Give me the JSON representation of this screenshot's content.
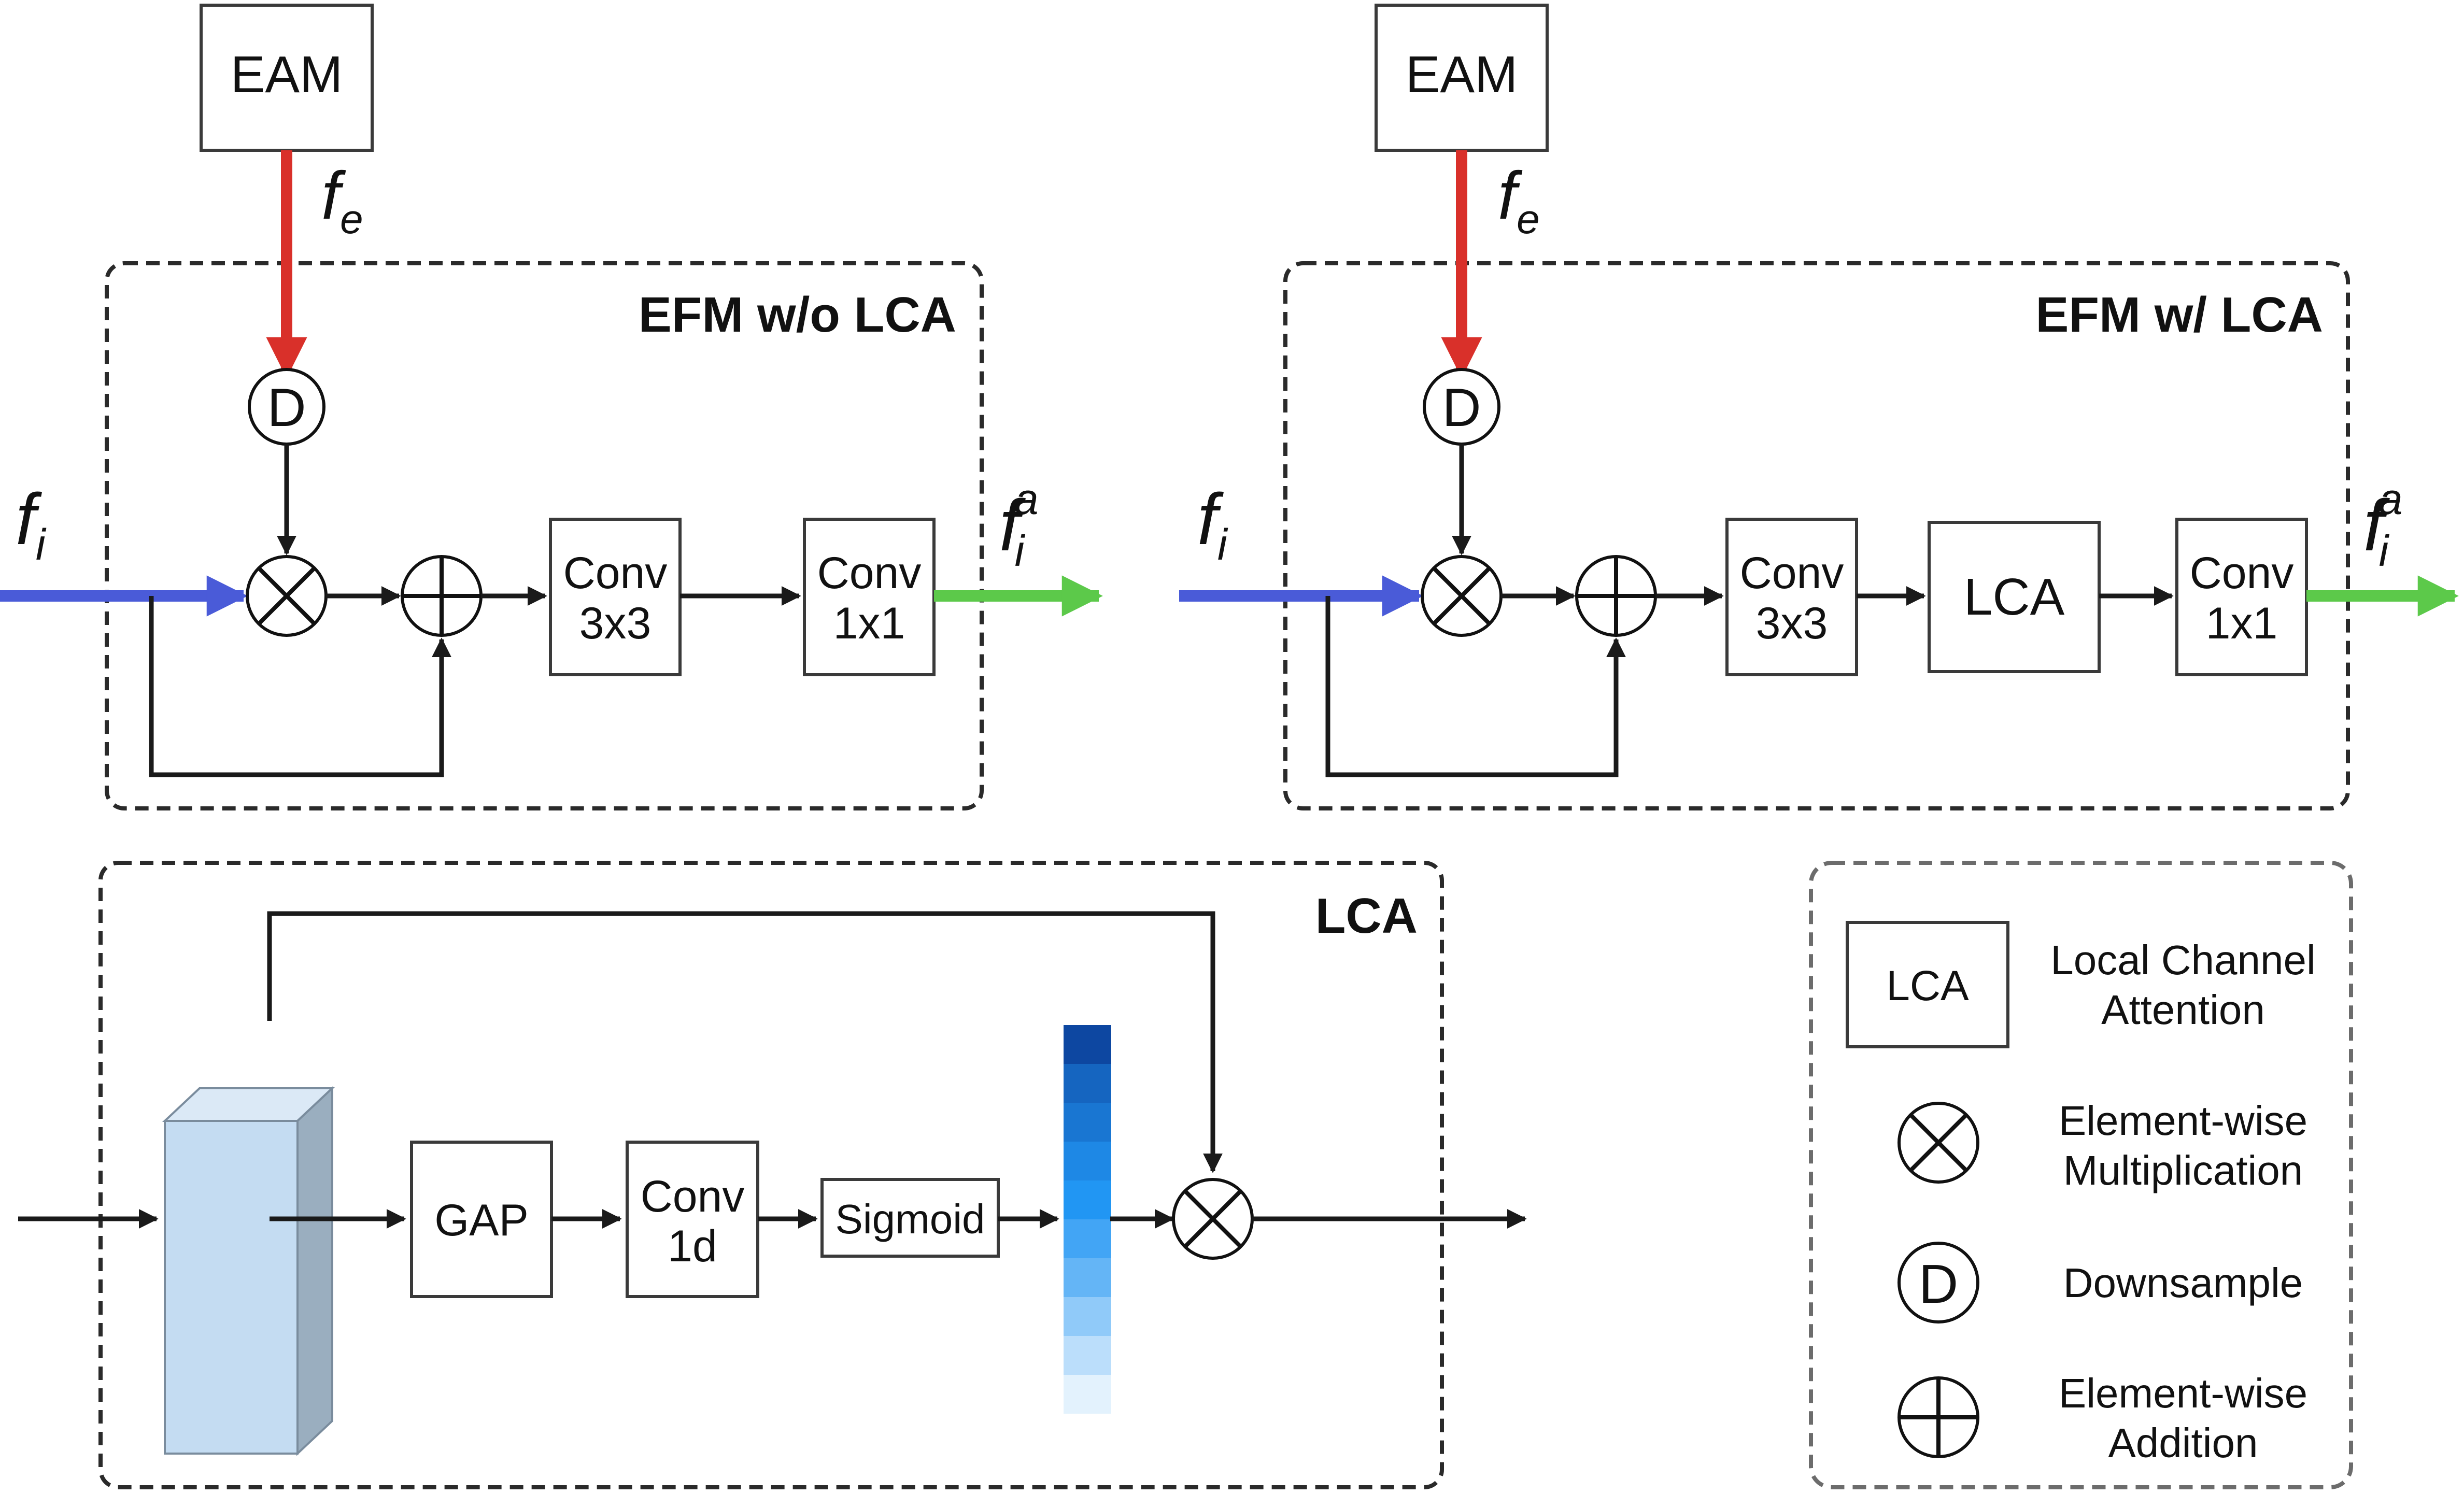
{
  "panel_left": {
    "title": "EFM w/o LCA",
    "eam_label": "EAM",
    "downsample_label": "D",
    "conv_a_line1": "Conv",
    "conv_a_line2": "3x3",
    "conv_b_line1": "Conv",
    "conv_b_line2": "1x1",
    "input_label": "f",
    "input_sub": "i",
    "edge_label": "f",
    "edge_sub": "e",
    "output_label": "f",
    "output_sub": "i",
    "output_sup": "a"
  },
  "panel_right": {
    "title": "EFM w/ LCA",
    "eam_label": "EAM",
    "downsample_label": "D",
    "conv_a_line1": "Conv",
    "conv_a_line2": "3x3",
    "lca_label": "LCA",
    "conv_b_line1": "Conv",
    "conv_b_line2": "1x1",
    "input_label": "f",
    "input_sub": "i",
    "edge_label": "f",
    "edge_sub": "e",
    "output_label": "f",
    "output_sub": "i",
    "output_sup": "a"
  },
  "panel_lca": {
    "title": "LCA",
    "gap_label": "GAP",
    "conv_line1": "Conv",
    "conv_line2": "1d",
    "sigmoid_label": "Sigmoid"
  },
  "legend": {
    "lca_box": "LCA",
    "lca_desc_line1": "Local Channel",
    "lca_desc_line2": "Attention",
    "mult_desc_line1": "Element-wise",
    "mult_desc_line2": "Multiplication",
    "down_symbol": "D",
    "down_desc": "Downsample",
    "add_desc_line1": "Element-wise",
    "add_desc_line2": "Addition"
  },
  "colors": {
    "input_arrow": "#4a5bd8",
    "edge_arrow": "#d9302a",
    "output_arrow": "#5cc94a",
    "feature_front": "#c4dcf2",
    "feature_side": "#9aaebf",
    "attention_gradient": [
      "#0d47a1",
      "#1565c0",
      "#1976d2",
      "#1e88e5",
      "#2196f3",
      "#42a5f5",
      "#64b5f6",
      "#90caf9",
      "#bbdefb",
      "#e3f2fd"
    ]
  }
}
